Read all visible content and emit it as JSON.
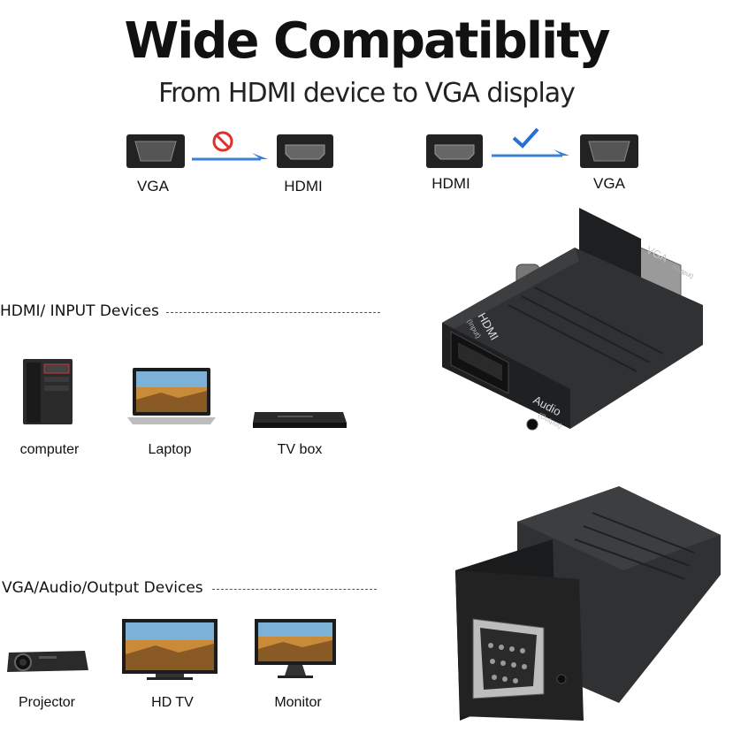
{
  "header": {
    "title": "Wide Compatiblity",
    "subtitle": "From HDMI device to VGA display"
  },
  "direction_wrong": {
    "from": "VGA",
    "to": "HDMI",
    "status": "no"
  },
  "direction_right": {
    "from": "HDMI",
    "to": "VGA",
    "status": "check"
  },
  "input_section": {
    "heading": "HDMI/ INPUT Devices",
    "devices": [
      {
        "label": "computer",
        "icon": "pc-tower-icon"
      },
      {
        "label": "Laptop",
        "icon": "laptop-icon"
      },
      {
        "label": "TV box",
        "icon": "tv-box-icon"
      }
    ]
  },
  "output_section": {
    "heading": "VGA/Audio/Output Devices",
    "devices": [
      {
        "label": "Projector",
        "icon": "projector-icon"
      },
      {
        "label": "HD TV",
        "icon": "hdtv-icon"
      },
      {
        "label": "Monitor",
        "icon": "monitor-icon"
      }
    ]
  },
  "adapter_labels": {
    "hdmi": "HDMI",
    "hdmi_sub": "(Input)",
    "vga": "VGA",
    "vga_sub": "(Output)",
    "audio": "Audio",
    "audio_sub": "(Output)"
  },
  "colors": {
    "arrow": "#3b7fd6",
    "no_sign": "#e0302a",
    "check": "#2a6fd6",
    "adapter": "#2a2c2e"
  }
}
